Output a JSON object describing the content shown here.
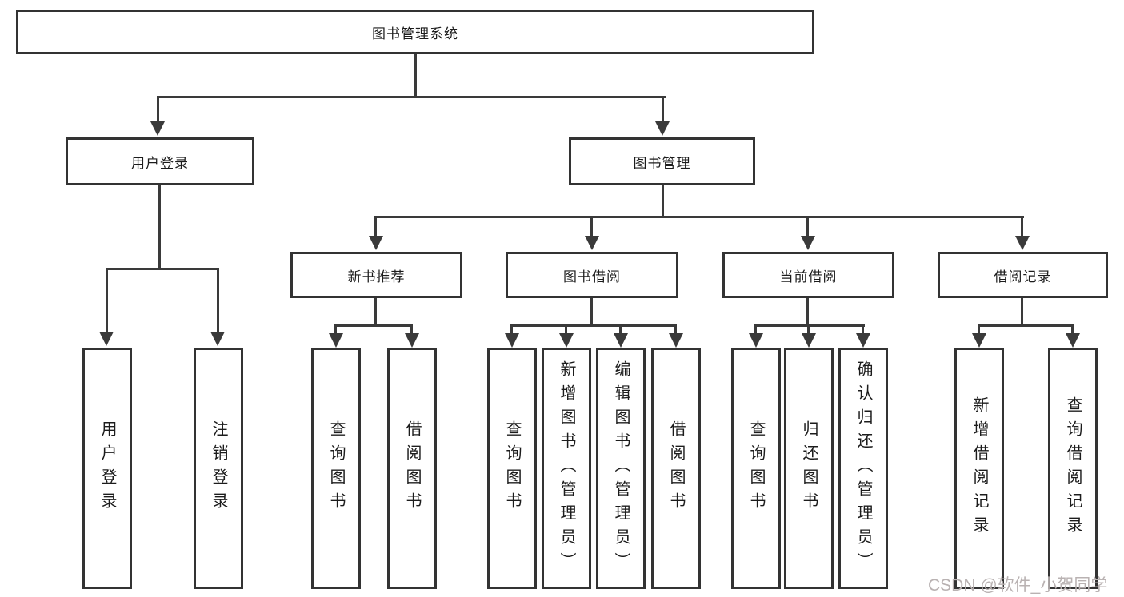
{
  "diagram": {
    "title_node": "图书管理系统",
    "level2": {
      "login": "用户登录",
      "manage": "图书管理"
    },
    "level3": {
      "recommend": "新书推荐",
      "borrow": "图书借阅",
      "current": "当前借阅",
      "records": "借阅记录"
    },
    "leaves": {
      "login": [
        "用户登录",
        "注销登录"
      ],
      "recommend": [
        "查询图书",
        "借阅图书"
      ],
      "borrow": [
        "查询图书",
        "新增图书（管理员）",
        "编辑图书（管理员）",
        "借阅图书"
      ],
      "current": [
        "查询图书",
        "归还图书",
        "确认归还（管理员）"
      ],
      "records": [
        "新增借阅记录",
        "查询借阅记录"
      ]
    },
    "colors": {
      "border": "#333333",
      "line": "#3a3a3a",
      "text": "#1c1c1c",
      "background": "#ffffff",
      "watermark_text": "#b9b2b2"
    }
  },
  "watermark": "CSDN @软件_小贺同学"
}
